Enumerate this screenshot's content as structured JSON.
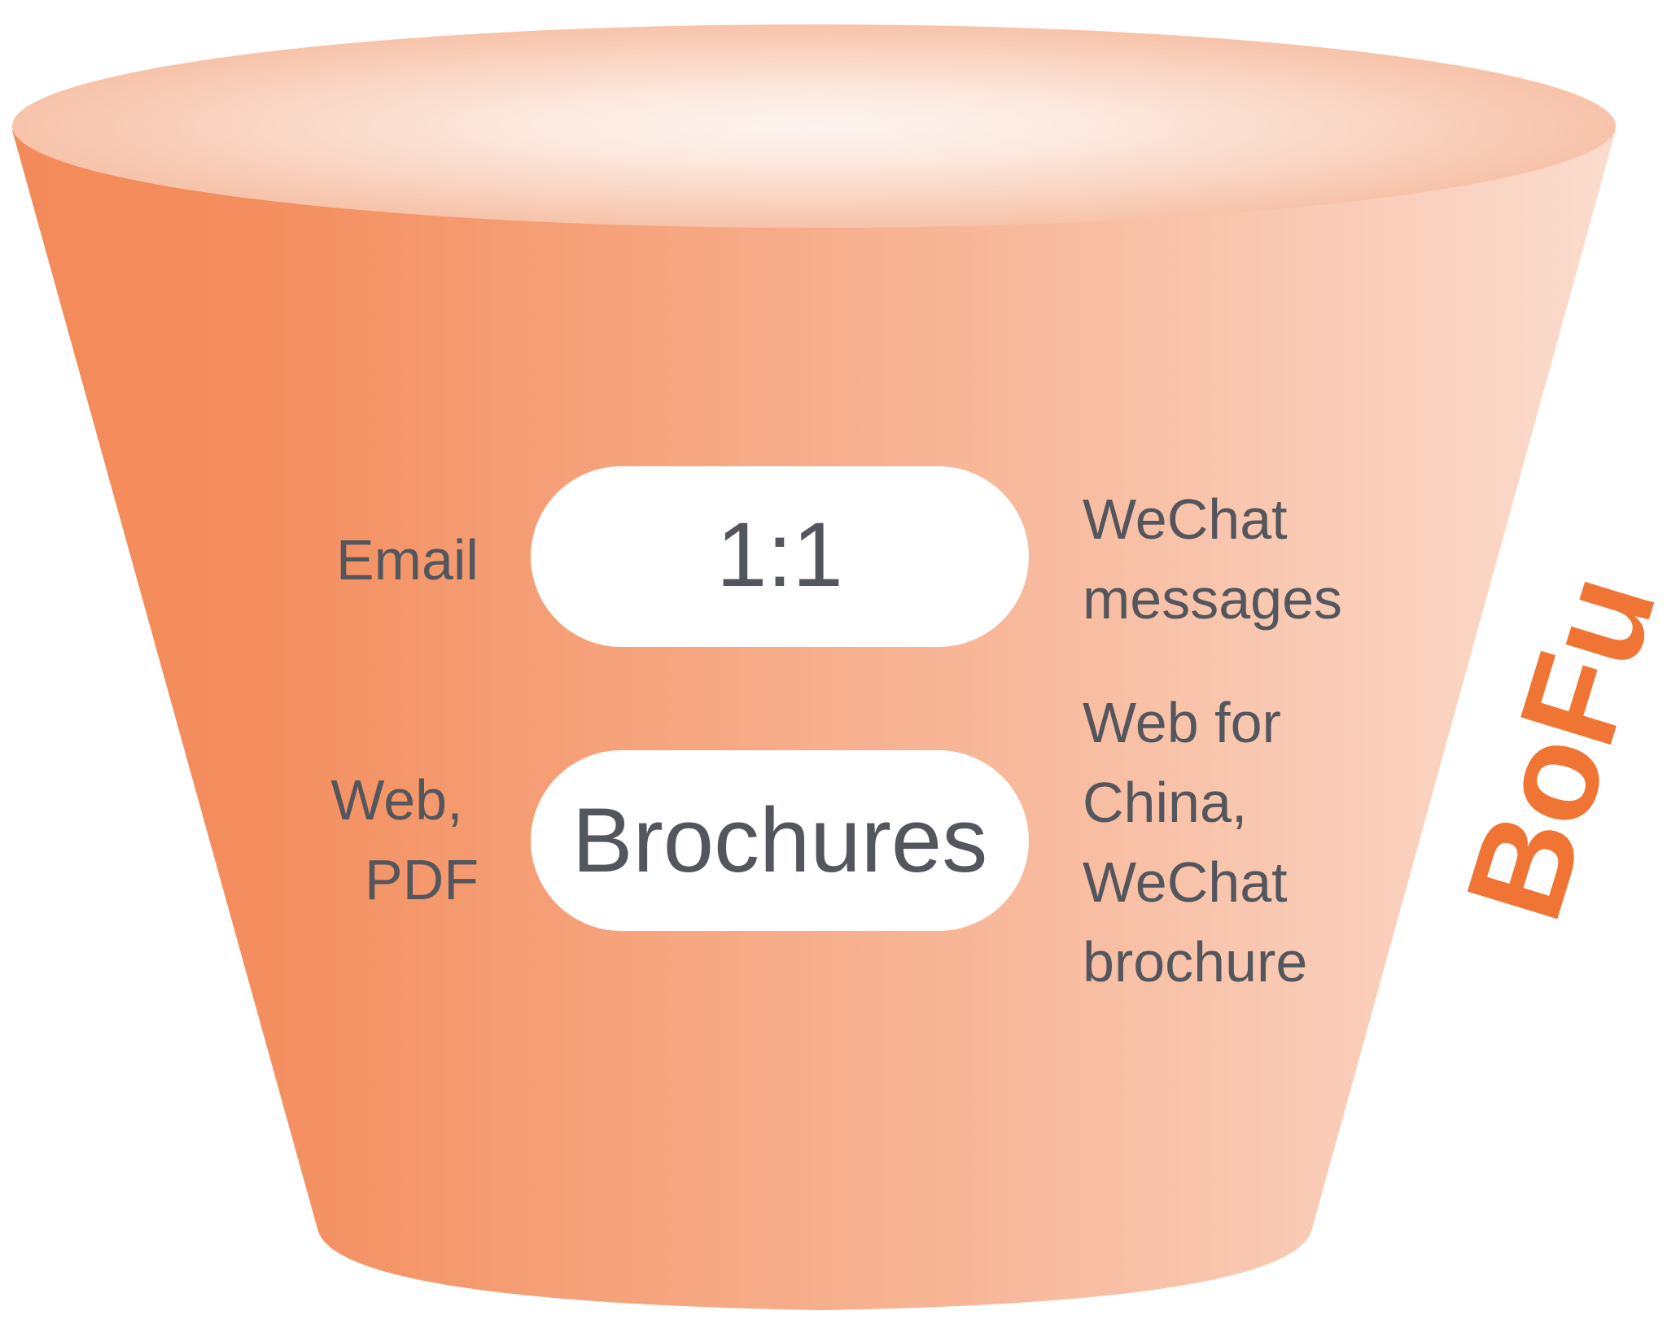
{
  "diagram": {
    "stage_label": "BoFu",
    "colors": {
      "funnel_left": "#f38a59",
      "funnel_right": "#fad6c5",
      "stage_label": "#f07433",
      "text": "#54565e",
      "pill_fill": "#ffffff"
    },
    "rows": [
      {
        "center": "1:1",
        "left": [
          "Email"
        ],
        "right": [
          "WeChat",
          "messages"
        ]
      },
      {
        "center": "Brochures",
        "left": [
          "Web,",
          "PDF"
        ],
        "right": [
          "Web for",
          "China,",
          "WeChat",
          "brochure"
        ]
      }
    ]
  }
}
